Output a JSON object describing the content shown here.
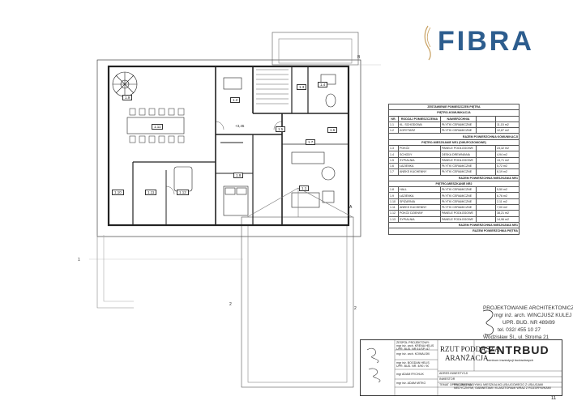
{
  "logo": {
    "text": "FIBRA"
  },
  "room_labels": [
    {
      "id": "1.9"
    },
    {
      "id": "1.11"
    },
    {
      "id": "1.2"
    },
    {
      "id": "1.3"
    },
    {
      "id": "1.4"
    },
    {
      "id": "1.5"
    },
    {
      "id": "1.6"
    },
    {
      "id": "1.7"
    },
    {
      "id": "1.8"
    },
    {
      "id": "1.10"
    },
    {
      "id": "1.11"
    },
    {
      "id": "1.12"
    },
    {
      "id": "1.1"
    }
  ],
  "level_mark": "+3,45",
  "table": {
    "title": "ZESTAWIENIE POMIESZCZEŃ PIĘTRA",
    "section1": "PIĘTRO-KOMUNIKACJA",
    "col_nr": "NR.",
    "col_rodzaj": "RODZAJ POMIESZCZENIA",
    "col_nawierzchnia": "NAWIERZCHNIA",
    "section1_rows": [
      {
        "nr": "1.1",
        "name": "KL. SCHODOWA",
        "floor": "PŁYTKI CERAMICZNE",
        "area": "11,15 m2"
      },
      {
        "nr": "1.2",
        "name": "KORYTARZ",
        "floor": "PŁYTKI CERAMICZNE",
        "area": "12,87 m2"
      }
    ],
    "section1_total": "RAZEM POWIERZCHNIA KOMUNIKACJI",
    "section2": "PIĘTRO-MIESZKANIE NR1 (DWUPOZIOMOWE)",
    "section2_rows": [
      {
        "nr": "1.3",
        "name": "POKÓJ",
        "floor": "PANELE PODŁOGOWE",
        "area": "23,32 m2"
      },
      {
        "nr": "1.4",
        "name": "SCHODY",
        "floor": "DESKA DREWNIANA",
        "area": "4,94 m2"
      },
      {
        "nr": "1.5",
        "name": "SYPIALNIA",
        "floor": "PANELE PODŁOGOWE",
        "area": "13,71 m2"
      },
      {
        "nr": "1.6",
        "name": "ŁAZIENKA",
        "floor": "PŁYTKI CERAMICZNE",
        "area": "5,72 m2"
      },
      {
        "nr": "1.7",
        "name": "ANEKS KUCHENNY",
        "floor": "PŁYTKI CERAMICZNE",
        "area": "6,19 m2"
      }
    ],
    "section2_total": "RAZEM POWIERZCHNIA MIESZKANIA NR1",
    "section3": "PIĘTRO-MIESZKANIE NR2",
    "section3_rows": [
      {
        "nr": "1.8",
        "name": "HALL",
        "floor": "PŁYTKI CERAMICZNE",
        "area": "5,50 m2"
      },
      {
        "nr": "1.9",
        "name": "ŁAZIENKA",
        "floor": "PŁYTKI CERAMICZNE",
        "area": "6,76 m2"
      },
      {
        "nr": "1.10",
        "name": "SPIŻARNIA",
        "floor": "PŁYTKI CERAMICZNE",
        "area": "2,11 m2"
      },
      {
        "nr": "1.11",
        "name": "ANEKS KUCHENNY",
        "floor": "PŁYTKI CERAMICZNE",
        "area": "7,00 m2"
      },
      {
        "nr": "1.12",
        "name": "POKÓJ DZIENNY",
        "floor": "PANELE PODŁOGOWE",
        "area": "38,21 m2"
      },
      {
        "nr": "1.13",
        "name": "SYPIALNIA",
        "floor": "PANELE PODŁOGOWE",
        "area": "14,96 m2"
      }
    ],
    "section3_total": "RAZEM POWIERZCHNIA MIESZKANIA NR1",
    "grand_total": "RAZEM POWIERZCHNIA PIĘTRA"
  },
  "stamp": {
    "line1": "PROJEKTOWANIE ARCHITEKTONICZNE",
    "line2": "mgr inż. arch. WINCJUSZ KULEJ",
    "line3": "UPR. BUD. NR 489/89",
    "line4": "tel. 032/ 455 10 27",
    "line5": "Wodzisław Śl., ul. Stroma 21"
  },
  "title_block": {
    "drawing_title": "RZUT PODDASZA",
    "drawing_sub": "ARANŻACJA",
    "company": "CENTRBUD",
    "company_sub": "centrum inwestycji budowlanych",
    "designer_header": "ZESPÓŁ PROJEKTOWY:",
    "designer1": "mgr inż. arch. KRENA HELIS",
    "designer1b": "UPR. BUD. NR 61/SP /47",
    "designer2": "mgr inż. arch. KOWALSKI",
    "designer3": "mgr inż. BOGDAN HELIS",
    "designer3b": "UPR. BUD. NR. 4/90 / 90",
    "designer4": "mgr ADAM RYCHLIK",
    "designer5": "mgr inż. ADAM MITKO",
    "address_label": "ADRES INWESTYCJI",
    "investor_label": "INWESTOR",
    "topic_label": "TEMAT OPRACOWANIA",
    "topic_text": "PROJEKT BUDYNKU MIESZKALNO-USŁUGOWEGO Z USŁUGAMI MEDYCZNYMI, GABINETAMI I KLASZTORAMI WRAZ Z ROZGRYWKAMI",
    "sheet_no": "11"
  }
}
